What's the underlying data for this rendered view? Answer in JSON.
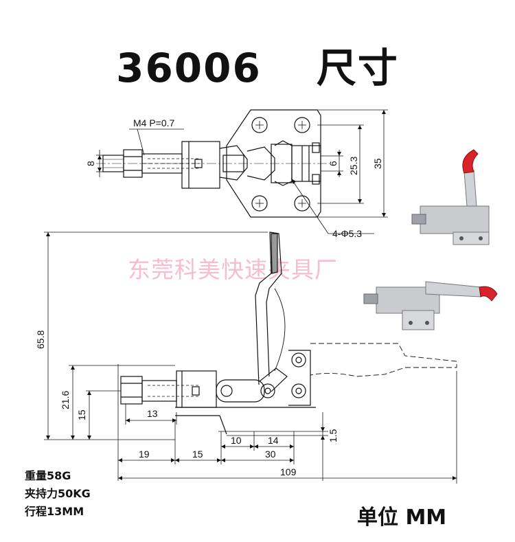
{
  "title": {
    "model": "36006",
    "label": "尺寸"
  },
  "watermark": "东莞科美快速夹具厂",
  "specs": {
    "weight": "重量58G",
    "clamp_force": "夹持力50KG",
    "stroke": "行程13MM"
  },
  "unit": "单位 MM",
  "top_view": {
    "thread": "M4 P=0.7",
    "d8": "8",
    "d6": "6",
    "d25_3": "25.3",
    "d35": "35",
    "holes": "4-Φ5.3"
  },
  "side_view": {
    "d65_8": "65.8",
    "d21_6": "21.6",
    "d15v": "15",
    "d13": "13",
    "d1_5": "1.5",
    "d10": "10",
    "d14": "14",
    "d19": "19",
    "d15h": "15",
    "d30": "30",
    "d109": "109"
  }
}
